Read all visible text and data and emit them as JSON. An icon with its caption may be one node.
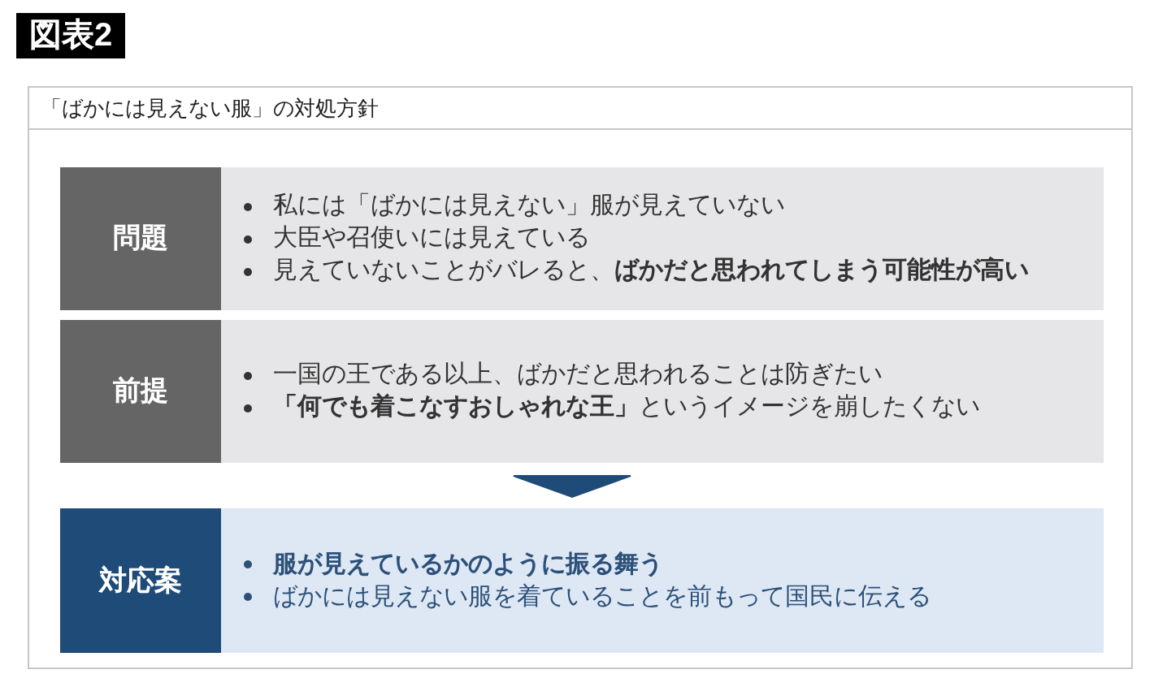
{
  "diagram": {
    "title": "「ばかには見えない服」の対処方針",
    "nodes": [
      {
        "text": [
          "問題"
        ]
      },
      {
        "text": [
          "私には「ばかには見えない」服が見えていない",
          "大臣や召使いには見えている",
          "見えていないことがバレると、**ばかだと思われてしまう可能性が高い**"
        ]
      },
      {
        "text": [
          "前提"
        ]
      },
      {
        "text": [
          "一国の王である以上、ばかだと思われることは防ぎたい",
          "**「何でも着こなすおしゃれな王」**というイメージを崩したくない"
        ]
      },
      {
        "text": [
          "対応案"
        ]
      },
      {
        "text": [
          "服が見えているかのように振る舞う",
          "ばかには見えない服を着ていることを前もって国民に伝える"
        ]
      }
    ],
    "edges": [
      {
        "from": 3,
        "to": 5,
        "arrow": "to"
      }
    ],
    "labels": [
      "図表2"
    ]
  }
}
